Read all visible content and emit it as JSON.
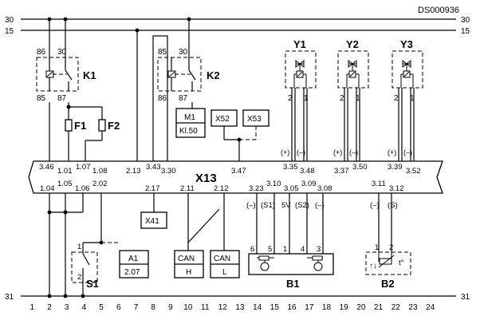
{
  "doc_id": "DS000936",
  "rails": {
    "r30": "30",
    "r15": "15",
    "r31": "31"
  },
  "bottom_numbers": [
    "1",
    "2",
    "3",
    "4",
    "5",
    "6",
    "7",
    "8",
    "9",
    "10",
    "11",
    "12",
    "13",
    "14",
    "15",
    "16",
    "17",
    "18",
    "19",
    "20",
    "21",
    "22",
    "23",
    "24"
  ],
  "relay_k1": {
    "name": "K1",
    "pin_86": "86",
    "pin_30": "30",
    "pin_85": "85",
    "pin_87": "87"
  },
  "relay_k2": {
    "name": "K2",
    "pin_85": "85",
    "pin_30": "30",
    "pin_86": "86",
    "pin_87": "87"
  },
  "fuses": {
    "f1": "F1",
    "f2": "F2"
  },
  "m1_box": {
    "line1": "M1",
    "line2": "Kl.50"
  },
  "x52": "X52",
  "x53": "X53",
  "x41": "X41",
  "valves": {
    "y1": {
      "name": "Y1",
      "left": "2",
      "right": "1"
    },
    "y2": {
      "name": "Y2",
      "left": "2",
      "right": "1"
    },
    "y3": {
      "name": "Y3",
      "left": "2",
      "right": "1"
    }
  },
  "connector_x13": {
    "name": "X13",
    "pins": {
      "p346": "3.46",
      "p101": "1.01",
      "p107": "1.07",
      "p108": "1.08",
      "p213": "2.13",
      "p343": "3.43",
      "p330": "3.30",
      "p347": "3.47",
      "p335": "3.35",
      "p348": "3.48",
      "p337": "3.37",
      "p350": "3.50",
      "p339": "3.39",
      "p352": "3.52",
      "p104": "1.04",
      "p105": "1.05",
      "p106": "1.06",
      "p202": "2.02",
      "p217": "2.17",
      "p211": "2.11",
      "p212": "2.12",
      "p323": "3.23",
      "p310": "3.10",
      "p305": "3.05",
      "p309": "3.09",
      "p308": "3.08",
      "p311": "3.11",
      "p312": "3.12"
    }
  },
  "polarity": {
    "plus": "(+)",
    "minus": "(–)"
  },
  "sensor_signals": {
    "minus": "(–)",
    "s1": "(S1)",
    "v5": "5V",
    "s2": "(S2)",
    "s": "(S)"
  },
  "switch_s1": {
    "name": "S1",
    "pin1": "1",
    "pin2": "2"
  },
  "a1_box": {
    "line1": "A1",
    "line2": "2.07"
  },
  "can_h": {
    "line1": "CAN",
    "line2": "H"
  },
  "can_l": {
    "line1": "CAN",
    "line2": "L"
  },
  "b1": {
    "name": "B1",
    "pins": [
      "6",
      "5",
      "1",
      "4",
      "3"
    ]
  },
  "b2": {
    "name": "B2",
    "pin1": "1",
    "pin2": "2"
  }
}
